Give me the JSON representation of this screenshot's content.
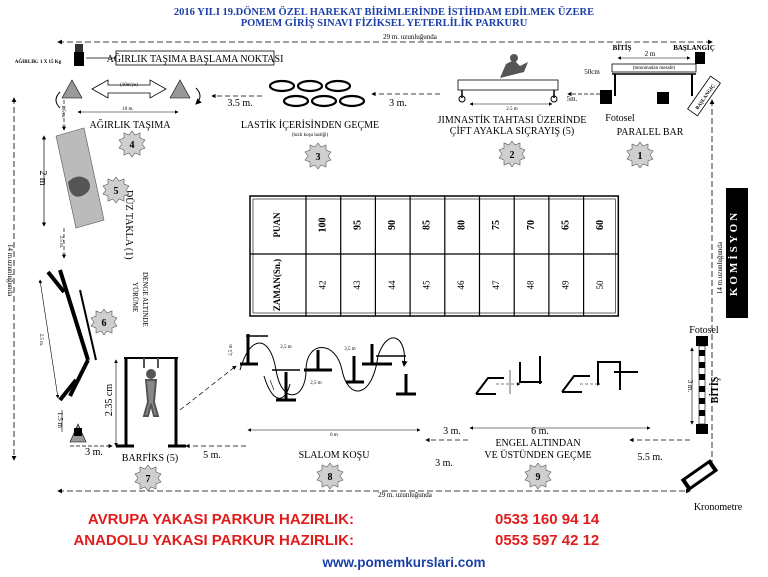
{
  "header": {
    "line1": "2016 YILI 19.DÖNEM ÖZEL HAREKAT BİRİMLERİNDE İSTİHDAM EDİLMEK ÜZERE",
    "line2": "POMEM GİRİŞ SINAVI FİZİKSEL YETERLİLİK PARKURU"
  },
  "dimensions": {
    "top_length": "29 m. uzunluğunda",
    "bottom_length": "29 m. uzunluğunda",
    "left_length": "14 m.uzunluğunda",
    "right_length": "14 m.uzunluğunda"
  },
  "stations": [
    {
      "number": "1",
      "label": "PARALEL BAR"
    },
    {
      "number": "2",
      "label_line1": "JIMNASTİK TAHTASI ÜZERİNDE",
      "label_line2": "ÇİFT AYAKLA SIÇRAYIŞ (5)"
    },
    {
      "number": "3",
      "label": "LASTİK İÇERİSİNDEN GEÇME",
      "note": "(hızlı koşu lastiği)"
    },
    {
      "number": "4",
      "label": "AĞIRLIK TAŞIMA"
    },
    {
      "number": "5",
      "label": "DÜZ TAKLA (1)"
    },
    {
      "number": "6",
      "label_line1": "DENGE ALTINDE",
      "label_line2": "YÜRÜME"
    },
    {
      "number": "7",
      "label": "BARFİKS (5)"
    },
    {
      "number": "8",
      "label": "SLALOM KOŞU"
    },
    {
      "number": "9",
      "label_line1": "ENGEL ALTINDAN",
      "label_line2": "VE ÜSTÜNDEN GEÇME"
    }
  ],
  "labels": {
    "weight_start": "AĞIRLIK TAŞIMA BAŞLAMA NOKTASI",
    "weight_spec": "AĞIRLIK: 1 X 15 Kg",
    "weight_dist_inner": "(10m'ye)",
    "weight_dist": "10 m.",
    "d_35a": "3.5 m.",
    "d_3a": "3 m.",
    "d_5m_top": "5m.",
    "d_50cm": "50cm",
    "d_2m_top": "2 m",
    "d_25m_board": "2.5 m",
    "d_2m_left": "2 m",
    "d_25_left": "2.5 m.",
    "d_25_left2": "2.5 m.",
    "d_beam": "2.5 m.",
    "d_15": "1.5 m",
    "d_235": "2.35 cm",
    "d_3m_bl": "3 m.",
    "d_5m_bot": "5 m.",
    "d_3m_slalom": "3 m.",
    "d_3m_bot": "3 m.",
    "d_6m": "6 m.",
    "d_55m": "5.5 m.",
    "d_3m_right": "3 m.",
    "d_slalom_len": "6 m",
    "d_slalom_h": "2,5 m",
    "d_slalom_h2": "2,5 m",
    "d_slalom_h3": "3,5 m",
    "d_slalom_h4": "2,5 m",
    "finish": "BİTİŞ",
    "start": "BAŞLANGIÇ",
    "start2": "BAŞLANGIÇ",
    "finish_right": "BİTİŞ",
    "photocell_top": "Fotosel",
    "photocell_right": "Fotosel",
    "chronometer": "Kronometre",
    "commission": "KOMİSYON",
    "paralel_note": "(tutunmadan mesafe)"
  },
  "score_table": {
    "row1_header": "PUAN",
    "row2_header": "ZAMAN(Sn.)",
    "scores": [
      "100",
      "95",
      "90",
      "85",
      "80",
      "75",
      "70",
      "65",
      "60"
    ],
    "times": [
      "42",
      "43",
      "44",
      "45",
      "46",
      "47",
      "48",
      "49",
      "50"
    ]
  },
  "footer": {
    "europe_label": "AVRUPA YAKASI PARKUR HAZIRLIK:",
    "europe_phone": "0533 160 94 14",
    "anatolia_label": "ANADOLU YAKASI PARKUR HAZIRLIK:",
    "anatolia_phone": "0553 597 42 12",
    "website": "www.pomemkurslari.com"
  },
  "colors": {
    "header_blue": "#1a3fa8",
    "footer_red": "#e01c1c",
    "station_badge": "#cfcfcf"
  }
}
